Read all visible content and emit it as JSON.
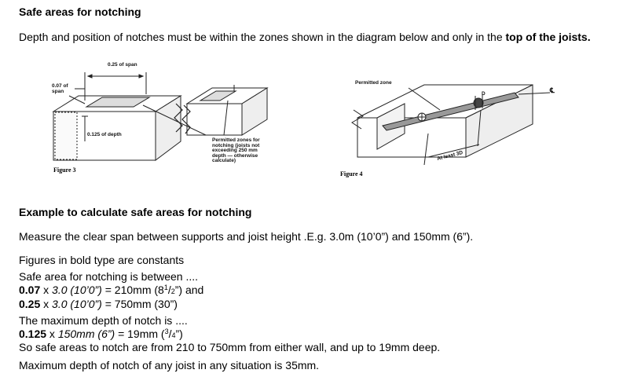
{
  "heading_safe_areas": "Safe areas for notching",
  "intro": {
    "text": "Depth and position of notches must be within the zones shown in the diagram below and only in the ",
    "bold": "top of the joists."
  },
  "figure2": {
    "label_span_025": "0.25 of span",
    "label_span_007_line1": "0.07 of",
    "label_span_007_line2": "span",
    "label_depth": "0.125 of depth",
    "permitted_lines": [
      "Permitted zones for",
      "notching (joists not",
      "exceeding 250 mm",
      "depth — otherwise",
      "calculate)"
    ],
    "caption": "Figure 3"
  },
  "figure4": {
    "label_permitted": "Permitted zone",
    "label_at_least": "At least 3D",
    "label_cl": "℄",
    "label_d": "D",
    "caption": "Figure 4"
  },
  "heading_example": "Example to calculate safe areas for notching",
  "measure_text": "Measure the clear span between supports and joist height .E.g. 3.0m (10’0”) and 150mm (6”).",
  "figures_bold": "Figures in bold type are constants",
  "safe_between": "Safe area for notching is between ....",
  "calc1": {
    "bold": "0.07",
    "x": " x ",
    "italic": "3.0 (10’0”)",
    "rest": " = 210mm (8",
    "frac_top": "1",
    "frac_mid": "/",
    "frac_bot": "2",
    "end": "”) and"
  },
  "calc2": {
    "bold": "0.25",
    "x": " x ",
    "italic": "3.0 (10’0”)",
    "rest": " = 750mm (30”)"
  },
  "max_depth_line": "The maximum depth of notch is ....",
  "calc3": {
    "bold": "0.125",
    "x": " x ",
    "italic": "150mm (6”)",
    "rest": " = 19mm (",
    "frac_top": "3",
    "frac_mid": "/",
    "frac_bot": "4",
    "end": "”)"
  },
  "so_safe": "So safe areas to notch are from 210 to 750mm from either wall, and up to 19mm deep.",
  "max_any": "Maximum depth of notch of any joist in any situation is 35mm."
}
